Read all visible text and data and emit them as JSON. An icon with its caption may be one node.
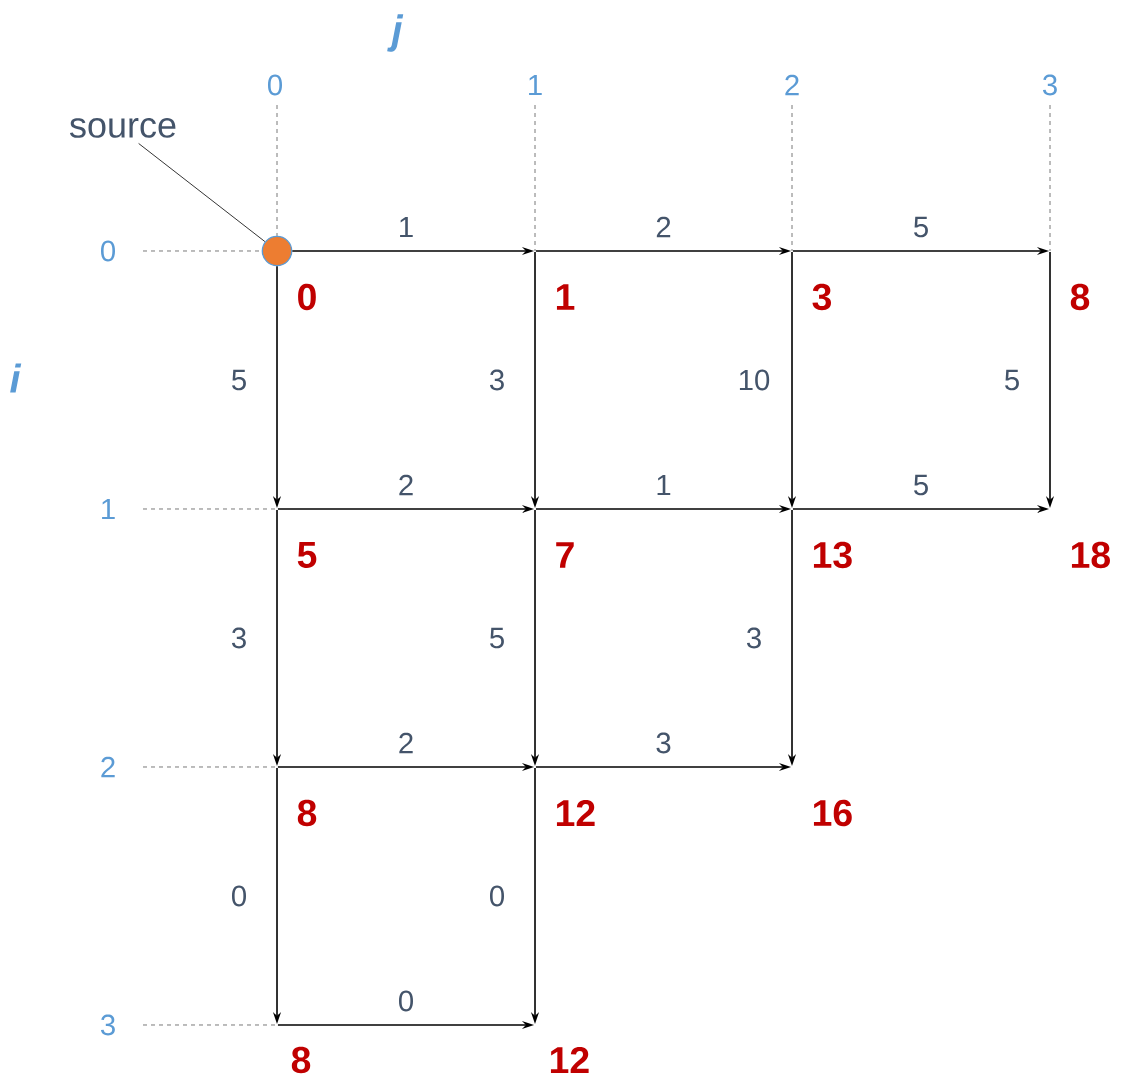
{
  "diagram": {
    "nodes": [
      {
        "text": [],
        "shape": "circle",
        "beside": [
          "0"
        ]
      },
      {
        "text": [],
        "shape": "point",
        "beside": [
          "1"
        ]
      },
      {
        "text": [],
        "shape": "point",
        "beside": [
          "3"
        ]
      },
      {
        "text": [],
        "shape": "point",
        "beside": [
          "8"
        ]
      },
      {
        "text": [],
        "shape": "point",
        "beside": [
          "5"
        ]
      },
      {
        "text": [],
        "shape": "point",
        "beside": [
          "7"
        ]
      },
      {
        "text": [],
        "shape": "point",
        "beside": [
          "13"
        ]
      },
      {
        "text": [],
        "shape": "point",
        "beside": [
          "18"
        ]
      },
      {
        "text": [],
        "shape": "point",
        "beside": [
          "8"
        ]
      },
      {
        "text": [],
        "shape": "point",
        "beside": [
          "12"
        ]
      },
      {
        "text": [],
        "shape": "point",
        "beside": [
          "16"
        ]
      },
      {
        "text": [],
        "shape": "point",
        "beside": [
          "8"
        ]
      },
      {
        "text": [],
        "shape": "point",
        "beside": [
          "12"
        ]
      },
      {
        "text": [
          "source"
        ]
      }
    ],
    "edges": [
      {
        "from": 13,
        "to": 0,
        "arrow": "none"
      },
      {
        "from": 0,
        "to": 1,
        "arrow": "to",
        "label": "1"
      },
      {
        "from": 1,
        "to": 2,
        "arrow": "to",
        "label": "2"
      },
      {
        "from": 2,
        "to": 3,
        "arrow": "to",
        "label": "5"
      },
      {
        "from": 0,
        "to": 4,
        "arrow": "to",
        "label": "5"
      },
      {
        "from": 1,
        "to": 5,
        "arrow": "to",
        "label": "3"
      },
      {
        "from": 2,
        "to": 6,
        "arrow": "to",
        "label": "10"
      },
      {
        "from": 3,
        "to": 7,
        "arrow": "to",
        "label": "5"
      },
      {
        "from": 4,
        "to": 5,
        "arrow": "to",
        "label": "2"
      },
      {
        "from": 5,
        "to": 6,
        "arrow": "to",
        "label": "1"
      },
      {
        "from": 6,
        "to": 7,
        "arrow": "to",
        "label": "5"
      },
      {
        "from": 4,
        "to": 8,
        "arrow": "to",
        "label": "3"
      },
      {
        "from": 5,
        "to": 9,
        "arrow": "to",
        "label": "5"
      },
      {
        "from": 6,
        "to": 10,
        "arrow": "to",
        "label": "3"
      },
      {
        "from": 8,
        "to": 9,
        "arrow": "to",
        "label": "2"
      },
      {
        "from": 9,
        "to": 10,
        "arrow": "to",
        "label": "3"
      },
      {
        "from": 8,
        "to": 11,
        "arrow": "to",
        "label": "0"
      },
      {
        "from": 9,
        "to": 12,
        "arrow": "to",
        "label": "0"
      },
      {
        "from": 11,
        "to": 12,
        "arrow": "to",
        "label": "0"
      }
    ],
    "labels": [
      "j",
      "0",
      "1",
      "2",
      "3",
      "0",
      "i",
      "1",
      "2",
      "3"
    ]
  }
}
